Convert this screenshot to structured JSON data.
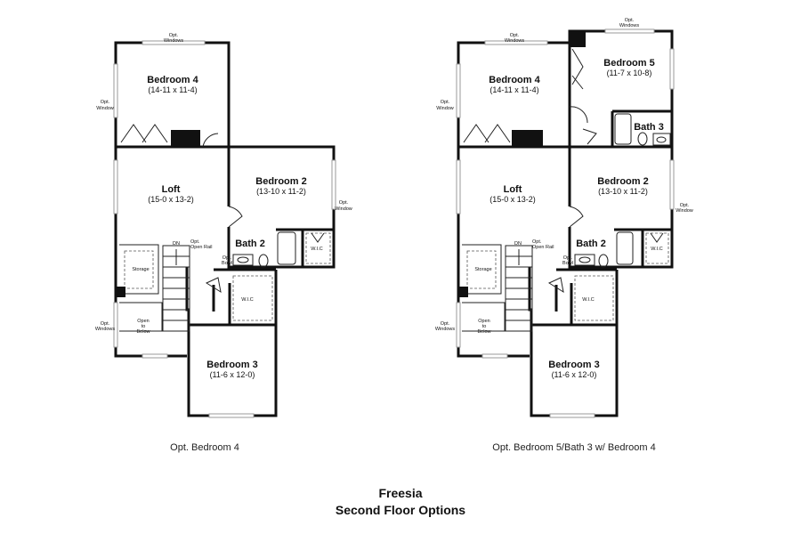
{
  "rooms": {
    "bedroom4": {
      "name": "Bedroom 4",
      "dims": "(14-11 x 11-4)"
    },
    "bedroom5": {
      "name": "Bedroom 5",
      "dims": "(11-7 x 10-8)"
    },
    "loft": {
      "name": "Loft",
      "dims": "(15-0 x 13-2)"
    },
    "bedroom2": {
      "name": "Bedroom 2",
      "dims": "(13-10 x 11-2)"
    },
    "bedroom3": {
      "name": "Bedroom 3",
      "dims": "(11-6 x 12-0)"
    },
    "bath2": {
      "name": "Bath 2"
    },
    "bath3": {
      "name": "Bath 3"
    }
  },
  "labels": {
    "opt_windows": [
      "Opt.",
      "Windows"
    ],
    "opt_window": [
      "Opt.",
      "Window"
    ],
    "opt_bowl": [
      "Opt.",
      "Bowl"
    ],
    "opt_open_rail": [
      "Opt.",
      "Open Rail"
    ],
    "open_to_below": [
      "Open",
      "to",
      "Below"
    ],
    "storage": "Storage",
    "wic": "W.I.C",
    "dn": "DN"
  },
  "captions": {
    "left": "Opt. Bedroom 4",
    "right": "Opt. Bedroom 5/Bath 3 w/ Bedroom 4"
  },
  "title": {
    "line1": "Freesia",
    "line2": "Second Floor Options"
  }
}
